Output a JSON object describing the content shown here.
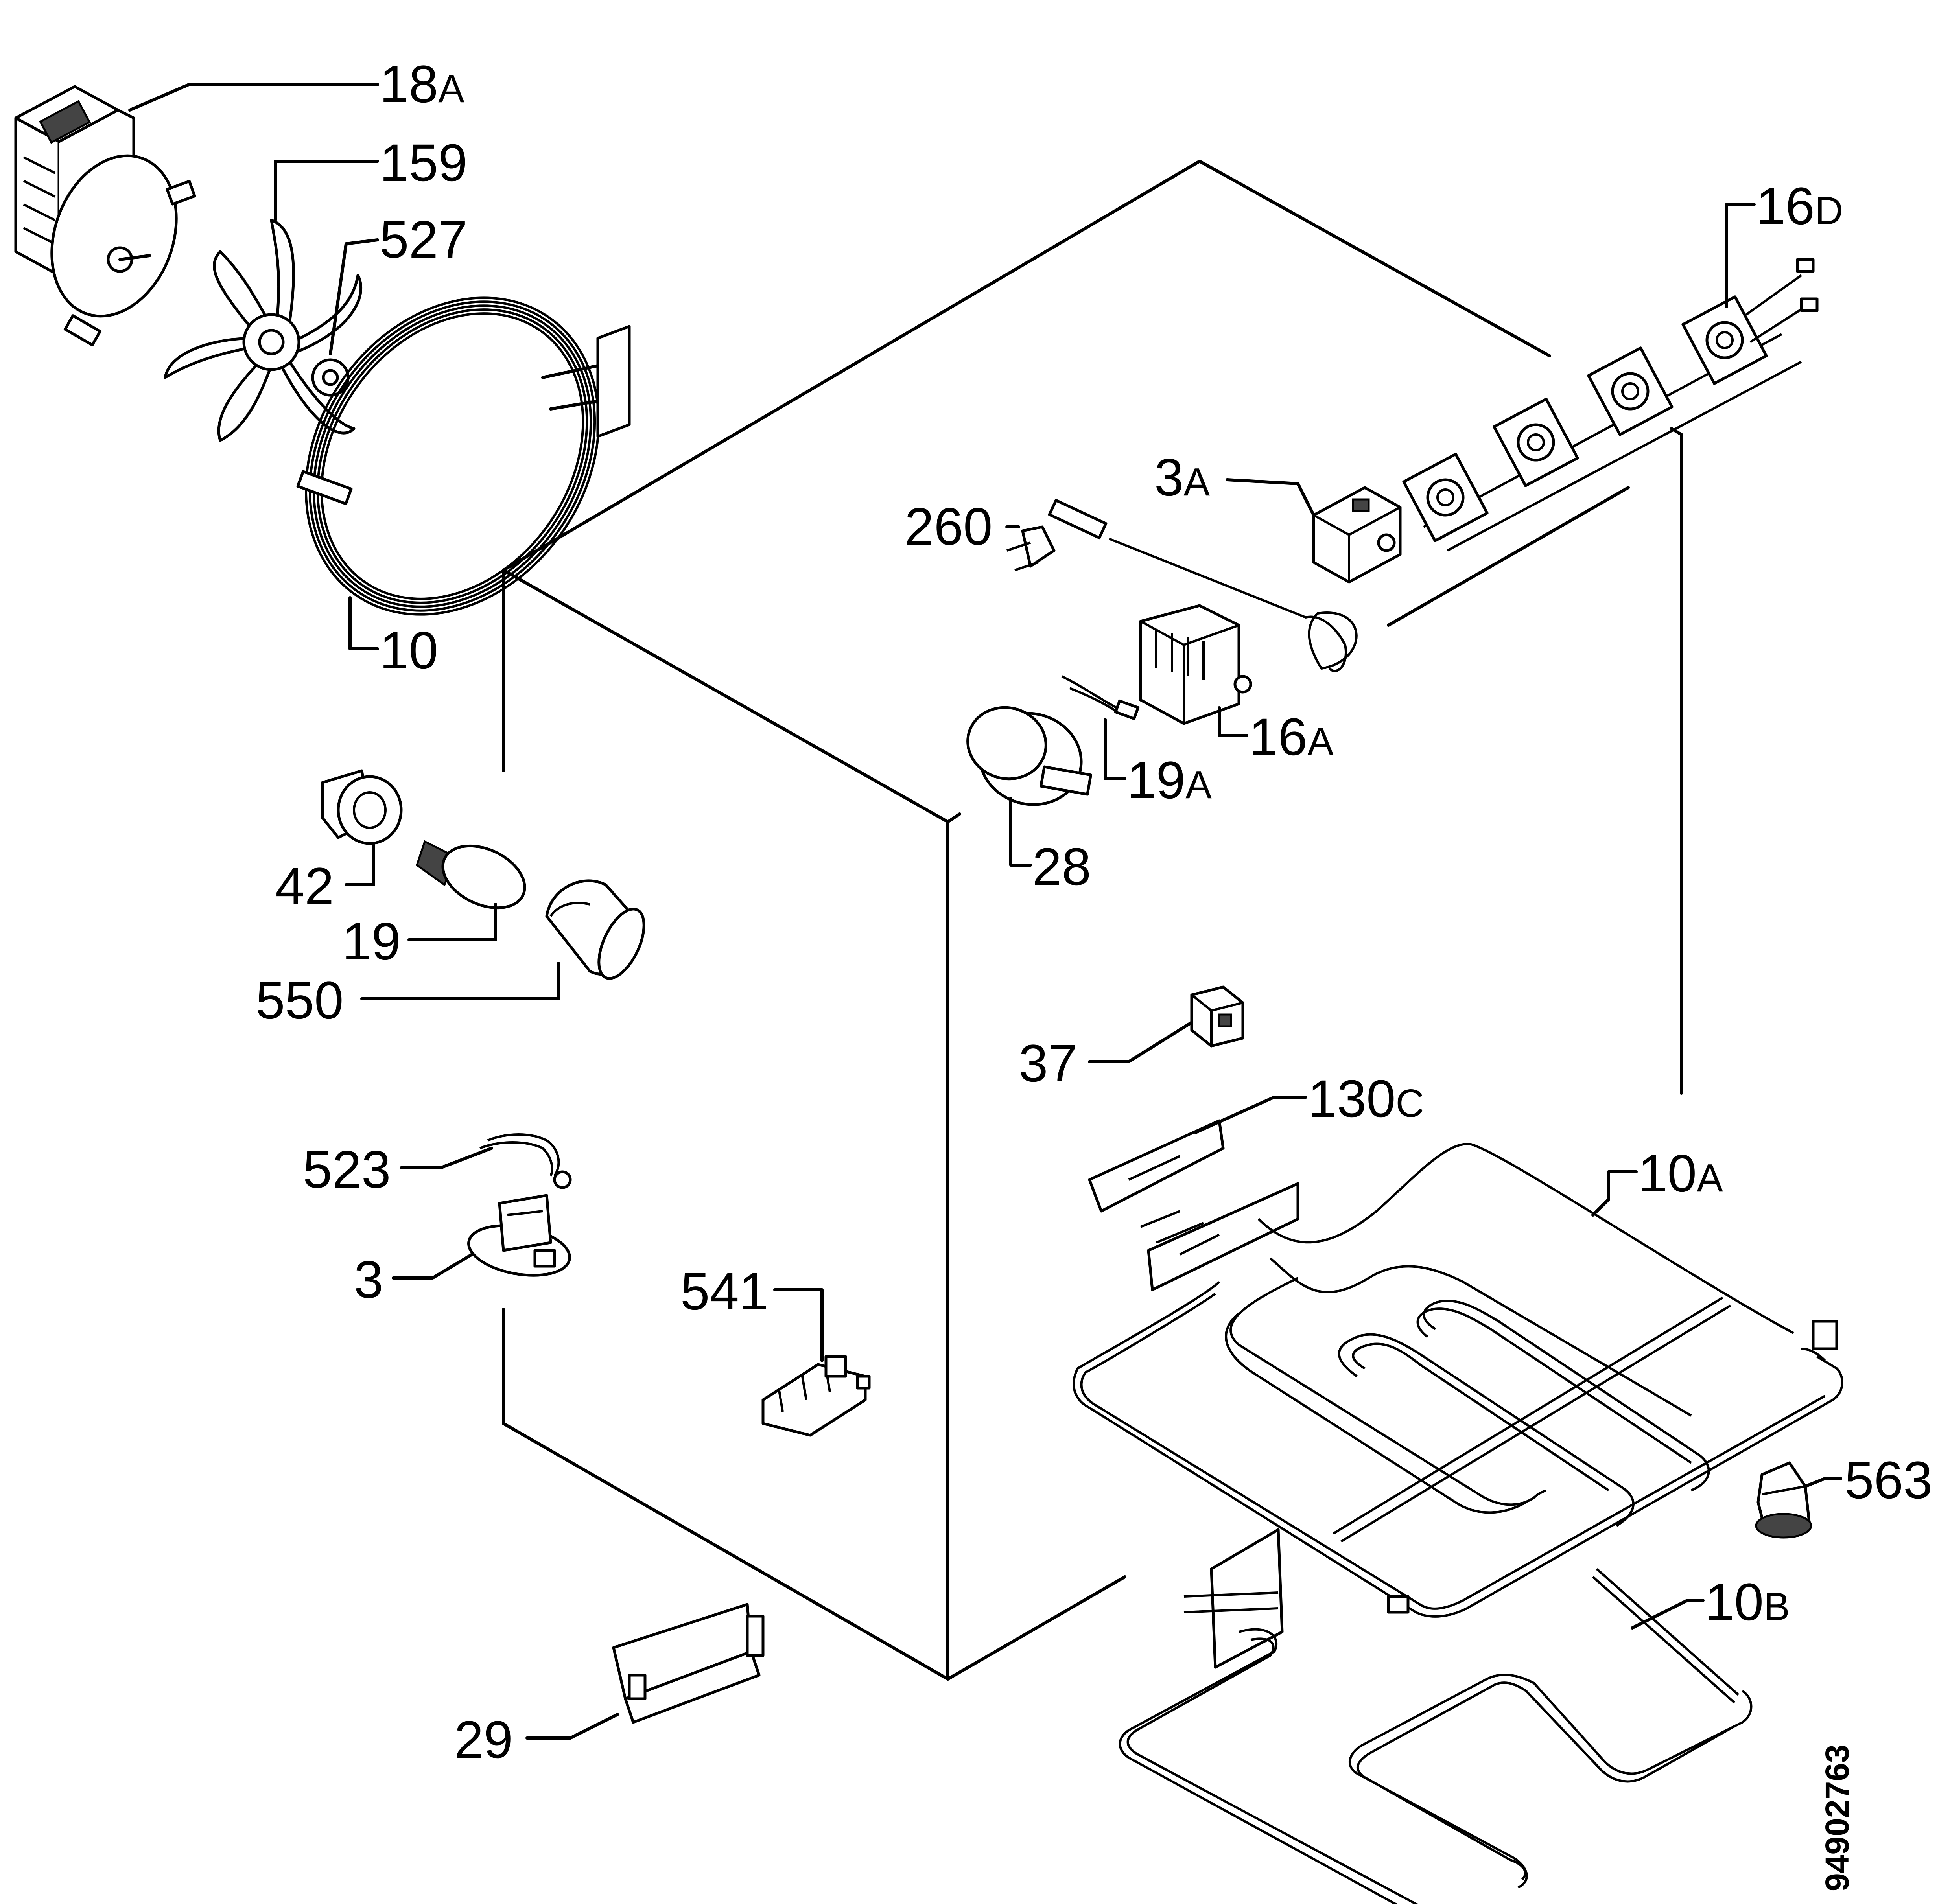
{
  "labels": {
    "l18A": {
      "num": "18",
      "suffix": "A"
    },
    "l159": {
      "num": "159",
      "suffix": ""
    },
    "l527": {
      "num": "527",
      "suffix": ""
    },
    "l10": {
      "num": "10",
      "suffix": ""
    },
    "l16D": {
      "num": "16",
      "suffix": "D"
    },
    "l3A": {
      "num": "3",
      "suffix": "A"
    },
    "l260": {
      "num": "260",
      "suffix": ""
    },
    "l16A": {
      "num": "16",
      "suffix": "A"
    },
    "l19A": {
      "num": "19",
      "suffix": "A"
    },
    "l28": {
      "num": "28",
      "suffix": ""
    },
    "l42": {
      "num": "42",
      "suffix": ""
    },
    "l19": {
      "num": "19",
      "suffix": ""
    },
    "l550": {
      "num": "550",
      "suffix": ""
    },
    "l37": {
      "num": "37",
      "suffix": ""
    },
    "l130C": {
      "num": "130",
      "suffix": "C"
    },
    "l10A": {
      "num": "10",
      "suffix": "A"
    },
    "l523": {
      "num": "523",
      "suffix": ""
    },
    "l3": {
      "num": "3",
      "suffix": ""
    },
    "l541": {
      "num": "541",
      "suffix": ""
    },
    "l563": {
      "num": "563",
      "suffix": ""
    },
    "l10B": {
      "num": "10",
      "suffix": "B"
    },
    "l29": {
      "num": "29",
      "suffix": ""
    }
  },
  "drawing_number": "94902763"
}
